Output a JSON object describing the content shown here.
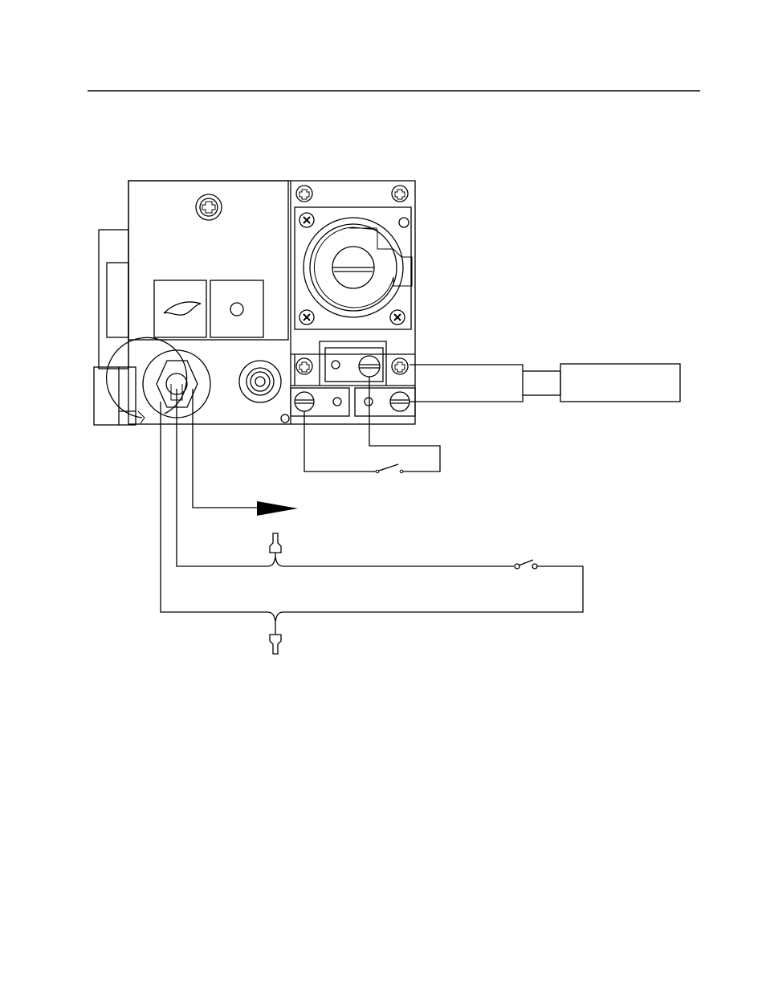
{
  "page": {
    "background": "#ffffff",
    "line_color": "#000000"
  },
  "diagram": {
    "components": [
      "gas-valve-body",
      "pressure-regulator",
      "flame-icon",
      "pilot-indicator-icon",
      "pilot-outlet-fitting",
      "pressure-tap",
      "thermocouple-terminal-block",
      "switch-terminal-block",
      "external-module",
      "manual-switch",
      "connector-plug",
      "arrow"
    ]
  }
}
